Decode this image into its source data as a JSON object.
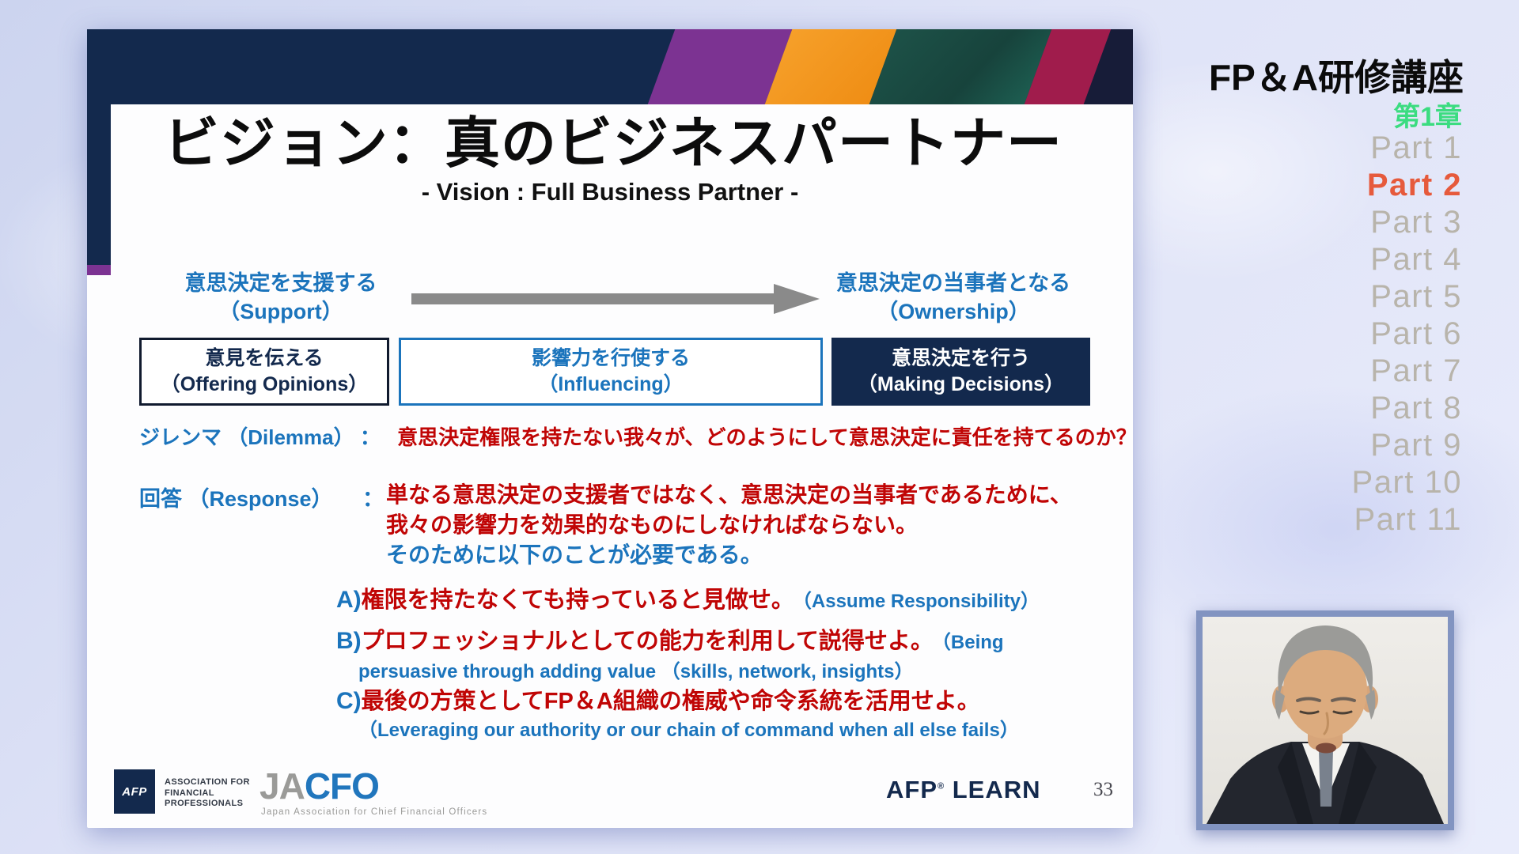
{
  "colors": {
    "accent_blue": "#1b74bc",
    "alert_red": "#c00505",
    "navy": "#13294d",
    "chapter_green": "#3bdc80",
    "active_part_orange": "#e65a3c"
  },
  "sidebar": {
    "title": "FP＆A研修講座",
    "chapter": "第1章",
    "parts": [
      "Part 1",
      "Part 2",
      "Part 3",
      "Part 4",
      "Part 5",
      "Part 6",
      "Part 7",
      "Part 8",
      "Part 9",
      "Part 10",
      "Part 11"
    ],
    "active_part": "Part 2",
    "active_index": 1
  },
  "slide": {
    "title": "ビジョン：真のビジネスパートナー",
    "subtitle": "- Vision : Full Business Partner -",
    "spectrum": {
      "left_jp": "意思決定を支援する",
      "left_en": "（Support）",
      "right_jp": "意思決定の当事者となる",
      "right_en": "（Ownership）",
      "boxes": [
        {
          "jp": "意見を伝える",
          "en": "（Offering Opinions）"
        },
        {
          "jp": "影響力を行使する",
          "en": "（Influencing）"
        },
        {
          "jp": "意思決定を行う",
          "en": "（Making Decisions）"
        }
      ]
    },
    "dilemma": {
      "label": "ジレンマ （Dilemma） ：",
      "text": "意思決定権限を持たない我々が、どのようにして意思決定に責任を持てるのか？"
    },
    "response": {
      "label": "回答 （Response）",
      "colon": "：",
      "line1": "単なる意思決定の支援者ではなく、意思決定の当事者であるために、",
      "line2": "我々の影響力を効果的なものにしなければならない。",
      "line3": "そのために以下のことが必要である。"
    },
    "points": [
      {
        "key": "A)",
        "red": "権限を持たなくても持っていると見做せ。",
        "blue": "（Assume Responsibility）",
        "cont": ""
      },
      {
        "key": "B)",
        "red": "プロフェッショナルとしての能力を利用して説得せよ。",
        "blue": "（Being",
        "cont": "persuasive through adding value （skills, network, insights）"
      },
      {
        "key": "C)",
        "red": "最後の方策としてFP＆A組織の権威や命令系統を活用せよ。",
        "blue": "",
        "cont": "（Leveraging our authority or our chain of command when all else fails）"
      }
    ],
    "footer": {
      "afp_logo": "AFP",
      "afp_lines": [
        "ASSOCIATION FOR",
        "FINANCIAL",
        "PROFESSIONALS"
      ],
      "jacfo_gray": "JA",
      "jacfo_blue": "CFO",
      "jacfo_sub": "Japan Association for Chief Financial Officers",
      "learn_brand": "AFP",
      "learn_reg": "®",
      "learn_word": " LEARN",
      "page_number": "33"
    }
  }
}
